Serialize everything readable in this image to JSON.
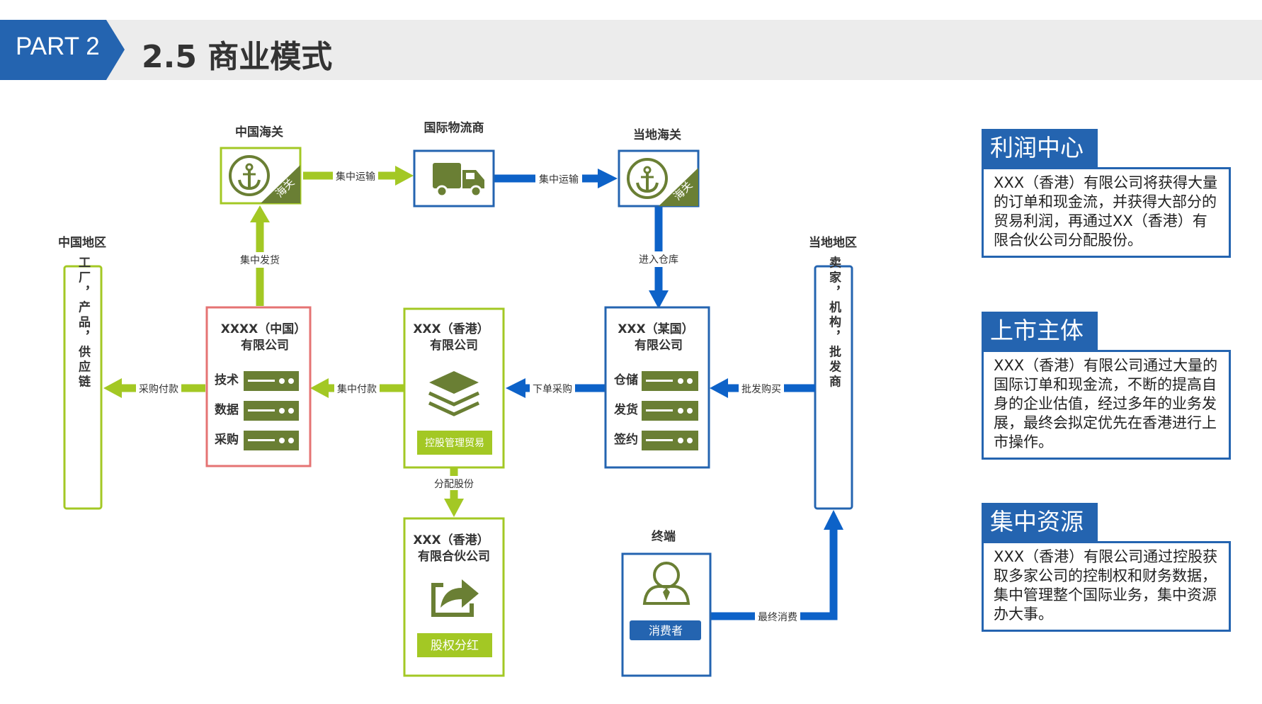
{
  "header": {
    "part_label": "PART 2",
    "title": "2.5 商业模式"
  },
  "colors": {
    "blue": "#2464b0",
    "flow_blue": "#0d62c8",
    "green": "#a3c824",
    "olive": "#6a7f34",
    "red": "#e57373"
  },
  "regions": {
    "china": "中国地区",
    "local": "当地地区"
  },
  "nodes": {
    "china_customs": {
      "title": "中国海关",
      "tag": "海关",
      "icon": "anchor-icon"
    },
    "logistics": {
      "title": "国际物流商",
      "icon": "truck-icon"
    },
    "local_customs": {
      "title": "当地海关",
      "tag": "海关",
      "icon": "anchor-icon"
    },
    "china_company": {
      "title_line1": "XXXX（中国）",
      "title_line2": "有限公司",
      "rows": [
        "技术",
        "数据",
        "采购"
      ],
      "icon": "server-icon"
    },
    "hk_company": {
      "title_line1": "XXX（香港）",
      "title_line2": "有限公司",
      "button": "控股管理贸易",
      "icon": "layers-icon"
    },
    "some_company": {
      "title_line1": "XXX（某国）",
      "title_line2": "有限公司",
      "rows": [
        "仓储",
        "发货",
        "签约"
      ],
      "icon": "server-icon"
    },
    "hk_partnership": {
      "title_line1": "XXX（香港）",
      "title_line2": "有限合伙公司",
      "button": "股权分红",
      "icon": "share-icon"
    },
    "terminal": {
      "title": "终端",
      "button": "消费者",
      "icon": "user-icon"
    },
    "china_region_box": {
      "text": "工厂，产品，供应链"
    },
    "local_region_box": {
      "text": "卖家，机构，批发商"
    }
  },
  "edges": {
    "ship_out": "集中发货",
    "transport_1": "集中运输",
    "transport_2": "集中运输",
    "enter_warehouse": "进入仓库",
    "wholesale": "批发购买",
    "place_order": "下单采购",
    "central_payment": "集中付款",
    "purchase_payment": "采购付款",
    "distribute_shares": "分配股份",
    "final_consumption": "最终消费"
  },
  "side_cards": [
    {
      "heading": "利润中心",
      "body": "XXX（香港）有限公司将获得大量的订单和现金流，并获得大部分的贸易利润，再通过XX（香港）有限合伙公司分配股份。"
    },
    {
      "heading": "上市主体",
      "body": "XXX（香港）有限公司通过大量的国际订单和现金流，不断的提高自身的企业估值，经过多年的业务发展，最终会拟定优先在香港进行上市操作。"
    },
    {
      "heading": "集中资源",
      "body": "XXX（香港）有限公司通过控股获取多家公司的控制权和财务数据，集中管理整个国际业务，集中资源办大事。"
    }
  ]
}
